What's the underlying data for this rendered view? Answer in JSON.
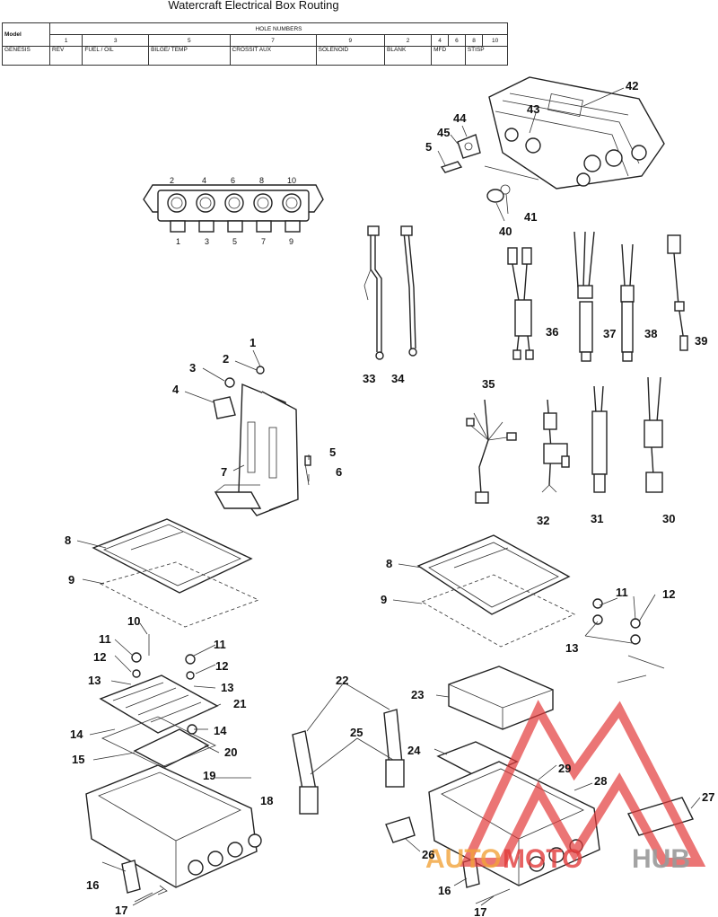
{
  "title": "Watercraft Electrical Box Routing",
  "routing_table": {
    "model_header": "Model",
    "hole_numbers_header": "HOLE NUMBERS",
    "holes": [
      "1",
      "3",
      "5",
      "7",
      "9",
      "2",
      "4",
      "6",
      "8",
      "10"
    ],
    "model_value": "GENESIS",
    "assignments": [
      "REV",
      "FUEL / OIL",
      "BILGE/ TEMP",
      "CROSSIT AUX",
      "SOLENOID",
      "BLANK",
      "MFD",
      "STISP"
    ]
  },
  "connector_block": {
    "top_labels": [
      "2",
      "4",
      "6",
      "8",
      "10"
    ],
    "bottom_labels": [
      "1",
      "3",
      "5",
      "7",
      "9"
    ]
  },
  "callouts": {
    "c1": "1",
    "c2": "2",
    "c3": "3",
    "c4": "4",
    "c5a": "5",
    "c5b": "5",
    "c6": "6",
    "c7": "7",
    "c8a": "8",
    "c8b": "8",
    "c9a": "9",
    "c9b": "9",
    "c10": "10",
    "c11a": "11",
    "c11b": "11",
    "c11c": "11",
    "c12a": "12",
    "c12b": "12",
    "c12c": "12",
    "c13a": "13",
    "c13b": "13",
    "c13c": "13",
    "c14a": "14",
    "c14b": "14",
    "c15": "15",
    "c16a": "16",
    "c16b": "16",
    "c17a": "17",
    "c17b": "17",
    "c18": "18",
    "c19": "19",
    "c20": "20",
    "c21": "21",
    "c22": "22",
    "c23": "23",
    "c24": "24",
    "c25": "25",
    "c26": "26",
    "c27": "27",
    "c28": "28",
    "c29": "29",
    "c30": "30",
    "c31": "31",
    "c32": "32",
    "c33": "33",
    "c34": "34",
    "c35": "35",
    "c36": "36",
    "c37": "37",
    "c38": "38",
    "c39": "39",
    "c40": "40",
    "c41": "41",
    "c42": "42",
    "c43": "43",
    "c44": "44",
    "c45": "45"
  },
  "watermark": {
    "part1": "AUTO",
    "part2": "MOTO",
    "part3": "HUB"
  },
  "colors": {
    "ink": "#222222",
    "watermark_red": "#e23b3b",
    "watermark_orange": "#f2a33a",
    "watermark_gray": "#9a9a9a"
  }
}
